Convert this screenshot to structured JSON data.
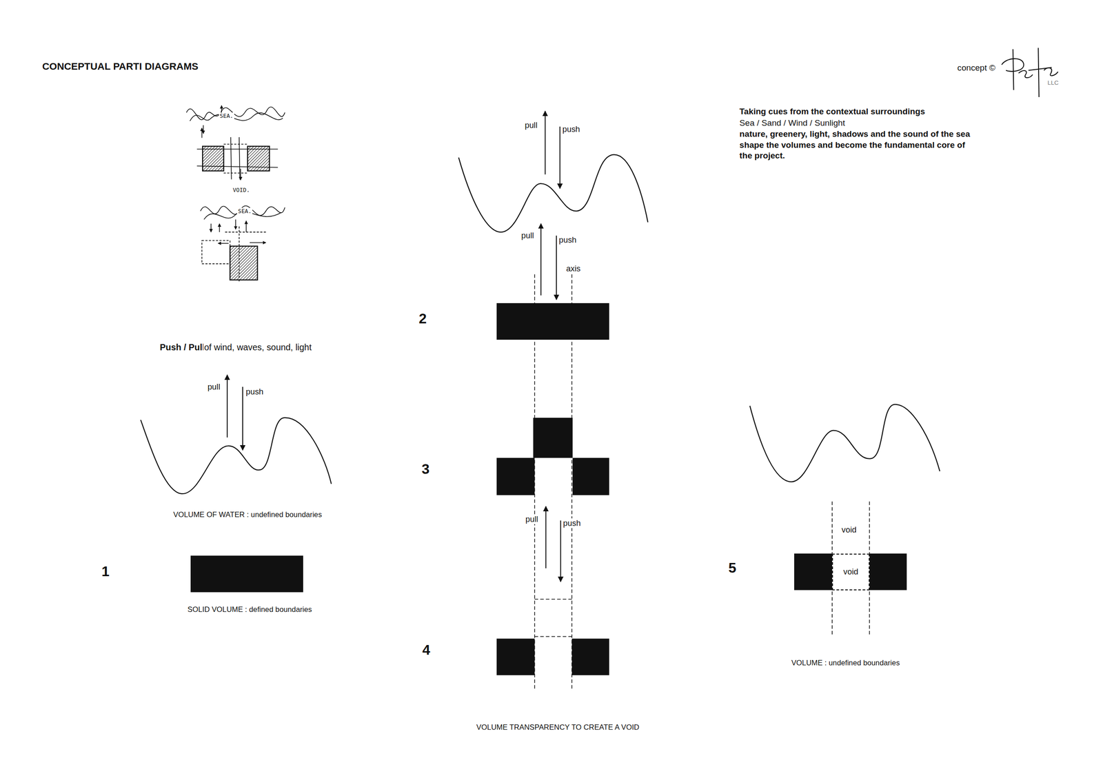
{
  "diagram": {
    "title": "CONCEPTUAL PARTI DIAGRAMS",
    "nodes": [
      {
        "text": [
          "void"
        ]
      }
    ],
    "labels": [
      "concept ©",
      "LLC",
      "SEA.",
      "VOID.",
      "SEA.",
      "Push / Pull",
      "of wind, waves, sound, light",
      "pull",
      "push",
      "VOLUME OF WATER  : undefined boundaries",
      "1",
      "SOLID VOLUME  : defined boundaries",
      "pull",
      "push",
      "pull",
      "push",
      "axis",
      "2",
      "3",
      "pull",
      "push",
      "4",
      "VOLUME TRANSPARENCY TO CREATE A VOID",
      "5",
      "void",
      "VOLUME : undefined boundaries",
      "Taking cues from the contextual surroundings",
      "Sea / Sand / Wind / Sunlight",
      "nature, greenery, light, shadows and the sound of the sea shape the volumes and become the fundamental core of the project."
    ]
  }
}
